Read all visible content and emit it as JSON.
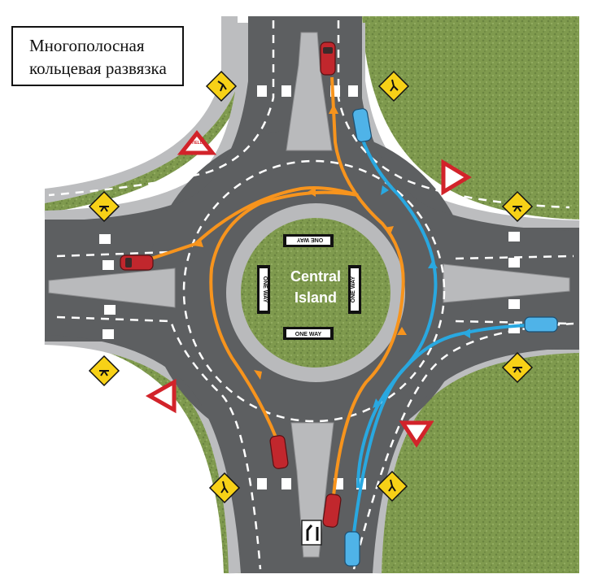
{
  "title": {
    "line1": "Многополосная",
    "line2": "кольцевая развязка"
  },
  "central_island": {
    "line1": "Central",
    "line2": "Island"
  },
  "signs": {
    "one_way": "ONE WAY",
    "yield": "YIELD"
  },
  "colors": {
    "road": "#5d5f61",
    "grass": "#7f9a4e",
    "sidewalk": "#bcbdbf",
    "island_ring": "#b9babc",
    "orange_path": "#f7941d",
    "blue_path": "#29a8e0",
    "red_car": "#c1272d",
    "blue_car": "#4fb3e8",
    "warning_sign": "#f7d117",
    "yield_sign": "#d2232a"
  },
  "icons": [
    "pedestrian-crossing-sign-icon",
    "yield-sign-icon",
    "one-way-sign-icon",
    "lane-arrow-icon",
    "car-icon"
  ]
}
